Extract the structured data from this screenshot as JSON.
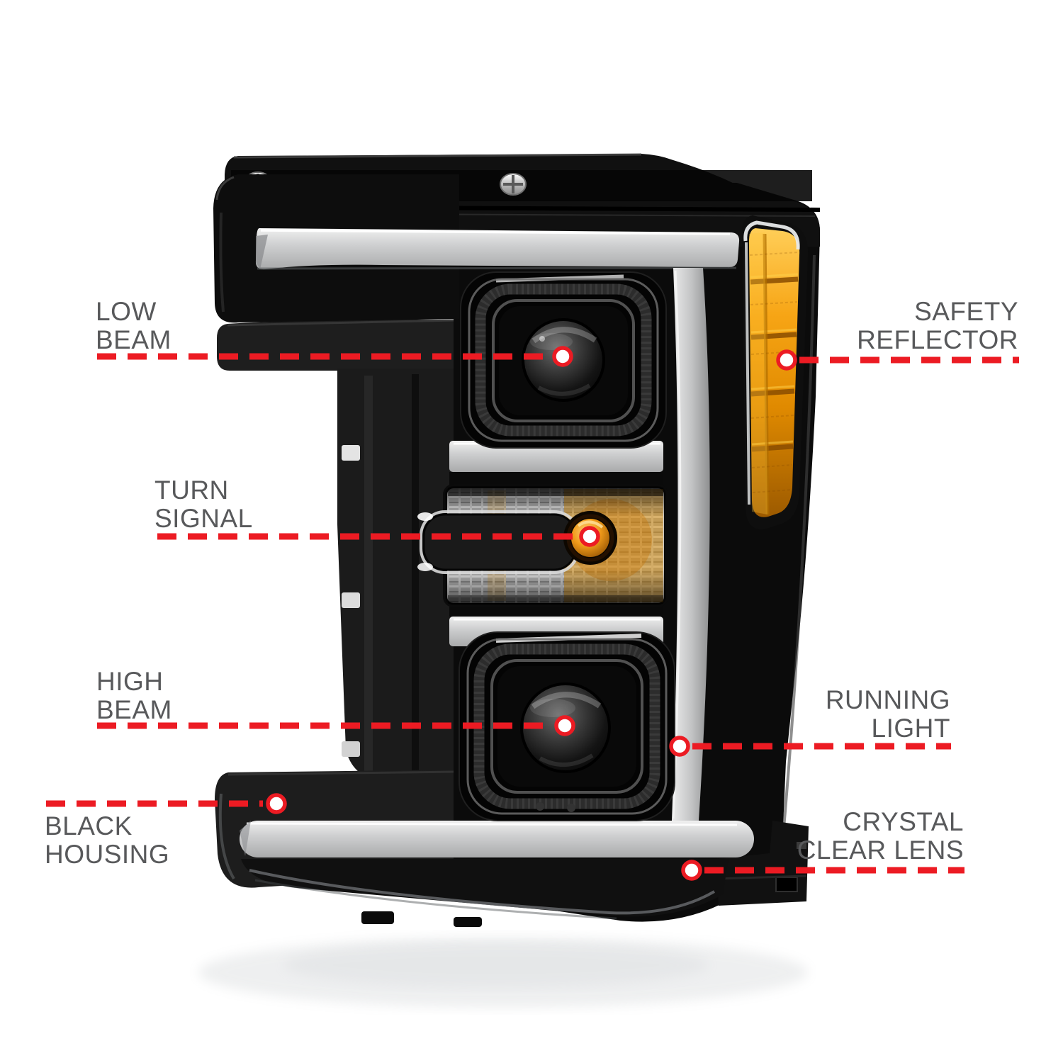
{
  "title": "Headlight features callout diagram",
  "colors": {
    "accent_red": "#ec1b23",
    "label_text": "#58595b",
    "amber": "#f7a515",
    "housing_black": "#0b0b0b",
    "light_bar_gray": "#c9cacb",
    "background": "#ffffff"
  },
  "callouts": {
    "low_beam": {
      "label": "LOW\nBEAM"
    },
    "turn_signal": {
      "label": "TURN\nSIGNAL"
    },
    "high_beam": {
      "label": "HIGH\nBEAM"
    },
    "black_housing": {
      "label": "BLACK\nHOUSING"
    },
    "safety_reflector": {
      "label": "SAFETY\nREFLECTOR"
    },
    "running_light": {
      "label": "RUNNING\nLIGHT"
    },
    "crystal_clear_lens": {
      "label": "CRYSTAL\nCLEAR LENS"
    }
  }
}
